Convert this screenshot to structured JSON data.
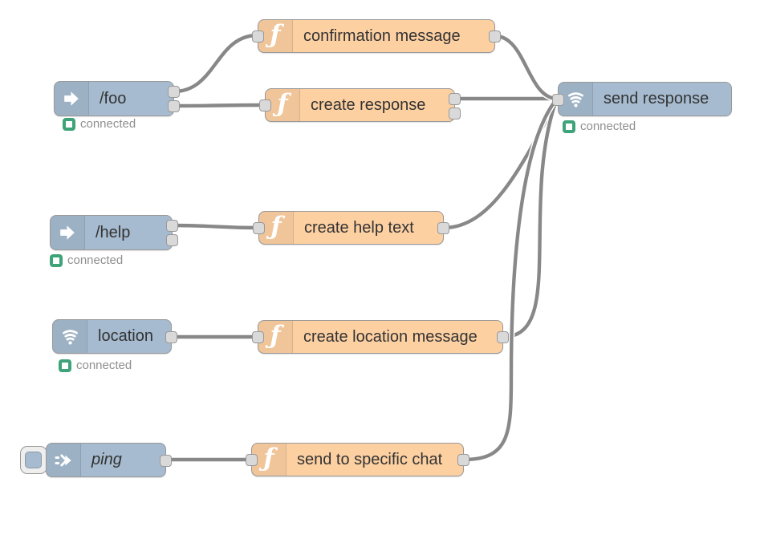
{
  "flow": {
    "nodes": [
      {
        "label": "/foo",
        "type": "telegram-receiver",
        "status": "connected"
      },
      {
        "label": "confirmation message",
        "type": "function"
      },
      {
        "label": "create response",
        "type": "function"
      },
      {
        "label": "send response",
        "type": "telegram-sender",
        "status": "connected"
      },
      {
        "label": "/help",
        "type": "telegram-receiver",
        "status": "connected"
      },
      {
        "label": "create help text",
        "type": "function"
      },
      {
        "label": "location",
        "type": "telegram-receiver",
        "status": "connected"
      },
      {
        "label": "create location message",
        "type": "function"
      },
      {
        "label": "ping",
        "type": "inject"
      },
      {
        "label": "send to specific chat",
        "type": "function"
      }
    ],
    "icons": {
      "telegram-receiver": "arrow-right-icon",
      "telegram-sender": "broadcast-icon",
      "function": "function-f-icon",
      "inject": "inject-arrow-icon"
    },
    "function_glyph": "ƒ"
  },
  "colors": {
    "node_blue": "#a6bbcf",
    "node_orange": "#fdd0a2",
    "node_border": "#999999",
    "wire": "#888888",
    "port_fill": "#d9d9d9",
    "status_green": "#3fa379",
    "status_text": "#8f8f8f",
    "label_text": "#333333"
  }
}
